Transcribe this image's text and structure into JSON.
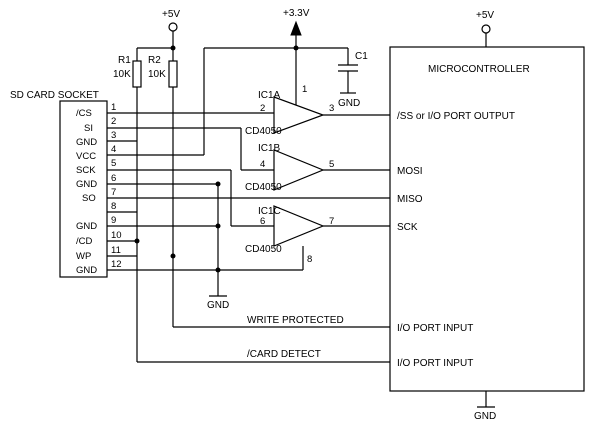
{
  "labels": {
    "plus5v_left": "+5V",
    "plus3v3": "+3.3V",
    "plus5v_right": "+5V",
    "r1": "R1",
    "r1_val": "10K",
    "r2": "R2",
    "r2_val": "10K",
    "c1": "C1",
    "gnd_c1": "GND",
    "sd_socket": "SD CARD SOCKET",
    "micro": "MICROCONTROLLER",
    "ic1a": "IC1A",
    "ic1b": "IC1B",
    "ic1c": "IC1C",
    "cd4050_a": "CD4050",
    "cd4050_b": "CD4050",
    "cd4050_c": "CD4050",
    "gnd_bottom": "GND",
    "gnd_micro": "GND",
    "write_protected": "WRITE PROTECTED",
    "card_detect": "/CARD DETECT"
  },
  "sd_pins": [
    {
      "name": "/CS",
      "num": "1"
    },
    {
      "name": "SI",
      "num": "2"
    },
    {
      "name": "GND",
      "num": "3"
    },
    {
      "name": "VCC",
      "num": "4"
    },
    {
      "name": "SCK",
      "num": "5"
    },
    {
      "name": "GND",
      "num": "6"
    },
    {
      "name": "SO",
      "num": "7"
    },
    {
      "name": "",
      "num": "8"
    },
    {
      "name": "GND",
      "num": "9"
    },
    {
      "name": "/CD",
      "num": "10"
    },
    {
      "name": "WP",
      "num": "11"
    },
    {
      "name": "GND",
      "num": "12"
    }
  ],
  "ic_pins": {
    "a_vdd": "1",
    "a_in": "2",
    "a_out": "3",
    "b_in": "4",
    "b_out": "5",
    "c_in": "6",
    "c_out": "7",
    "c_gnd": "8"
  },
  "micro_pins": [
    "/SS or I/O PORT OUTPUT",
    "MOSI",
    "MISO",
    "SCK",
    "I/O PORT INPUT",
    "I/O PORT INPUT"
  ]
}
